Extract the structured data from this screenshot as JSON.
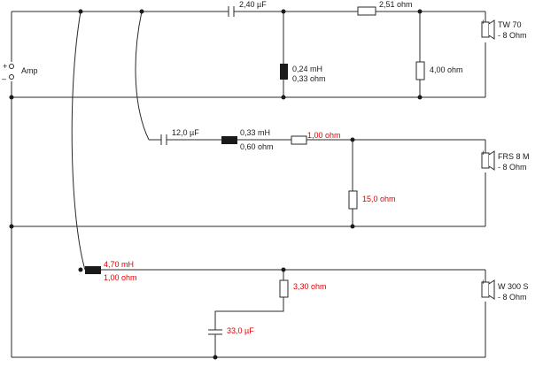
{
  "amplifier": {
    "label": "Amp",
    "plus": "+",
    "minus": "–"
  },
  "colors": {
    "wire": "#2a2a2a",
    "normal_text": "#1a1a1a",
    "highlight_text": "#e00000"
  },
  "tweeter_branch": {
    "c1": "2,40 µF",
    "r_series": "2,51 ohm",
    "l_shunt_inductance": "0,24 mH",
    "l_shunt_resistance": "0,33 ohm",
    "r_shunt": "4,00 ohm",
    "driver_name": "TW 70",
    "driver_impedance": "- 8 Ohm"
  },
  "midrange_branch": {
    "c1": "12,0 µF",
    "l_inductance": "0,33 mH",
    "l_resistance": "0,60 ohm",
    "r_series": "1,00 ohm",
    "r_shunt": "15,0 ohm",
    "driver_name": "FRS 8 M",
    "driver_impedance": "- 8 Ohm"
  },
  "woofer_branch": {
    "l_inductance": "4,70 mH",
    "l_resistance": "1,00 ohm",
    "r_shunt": "3,30 ohm",
    "c_shunt": "33,0 µF",
    "driver_name": "W 300 S",
    "driver_impedance": "- 8 Ohm"
  }
}
